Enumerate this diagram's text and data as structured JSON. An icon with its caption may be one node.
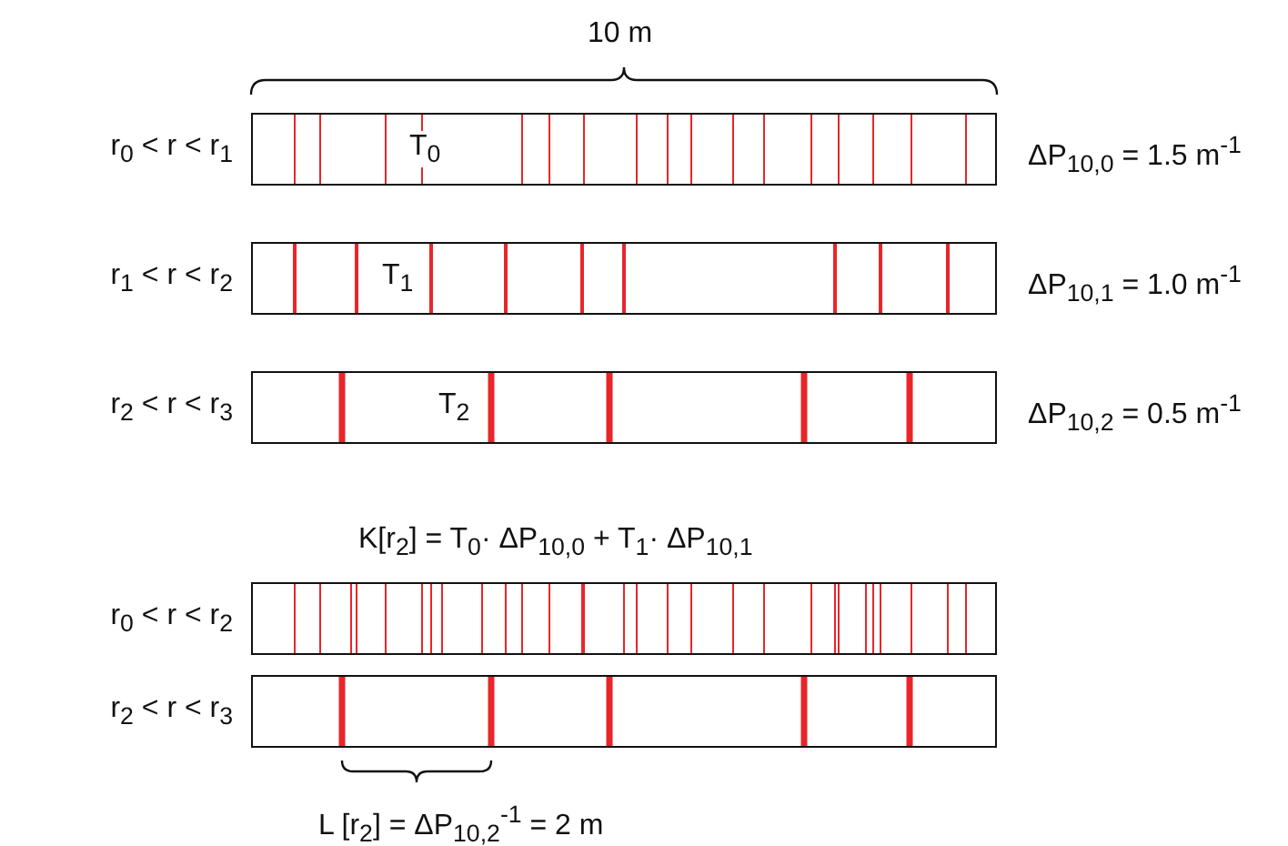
{
  "diagram": {
    "nodes": [
      {
        "text": [
          "T$_{0}$"
        ],
        "beside": [
          "r$_{0}$ < r < r$_{1}$",
          "ΔP$_{10,0}$ = 1.5 m$^{-1}$"
        ]
      },
      {
        "text": [
          "T$_{1}$"
        ],
        "beside": [
          "r$_{1}$ < r < r$_{2}$",
          "ΔP$_{10,1}$ = 1.0 m$^{-1}$"
        ]
      },
      {
        "text": [
          "T$_{2}$"
        ],
        "beside": [
          "r$_{2}$ < r < r$_{3}$",
          "ΔP$_{10,2}$ = 0.5 m$^{-1}$"
        ]
      },
      {
        "text": [],
        "shape": "bar",
        "beside": [
          "r$_{0}$ < r < r$_{2}$"
        ]
      },
      {
        "text": [],
        "shape": "bar",
        "beside": [
          "r$_{2}$ < r < r$_{3}$"
        ]
      }
    ],
    "edges": [],
    "labels": [
      "10 m",
      "K[r$_{2}$] = T$_{0}$· ΔP$_{10,0}$ + T$_{1}$· ΔP$_{10,1}$",
      "L [r$_{2}$] = ΔP$_{10,2}$$^{-1}$ = 2 m"
    ]
  }
}
